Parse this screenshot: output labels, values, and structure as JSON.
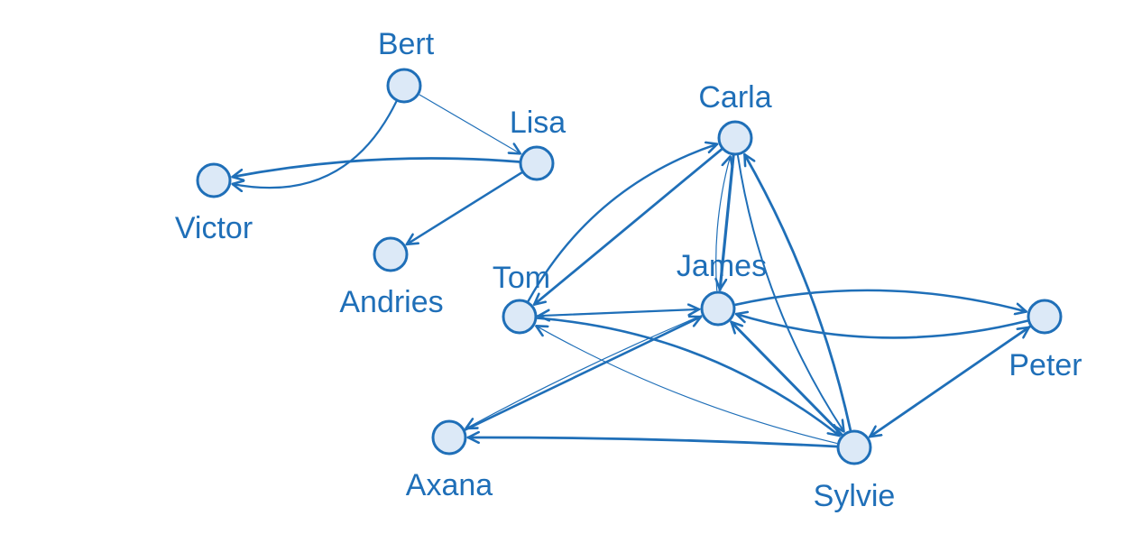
{
  "colors": {
    "stroke": "#1f6fb8",
    "node_fill": "#dce9f7",
    "background": "#ffffff"
  },
  "nodes": [
    {
      "id": "bert",
      "label": "Bert"
    },
    {
      "id": "lisa",
      "label": "Lisa"
    },
    {
      "id": "victor",
      "label": "Victor"
    },
    {
      "id": "andries",
      "label": "Andries"
    },
    {
      "id": "carla",
      "label": "Carla"
    },
    {
      "id": "tom",
      "label": "Tom"
    },
    {
      "id": "james",
      "label": "James"
    },
    {
      "id": "peter",
      "label": "Peter"
    },
    {
      "id": "axana",
      "label": "Axana"
    },
    {
      "id": "sylvie",
      "label": "Sylvie"
    }
  ],
  "edges": [
    {
      "from": "bert",
      "to": "victor"
    },
    {
      "from": "bert",
      "to": "lisa"
    },
    {
      "from": "lisa",
      "to": "victor"
    },
    {
      "from": "lisa",
      "to": "andries"
    },
    {
      "from": "tom",
      "to": "carla"
    },
    {
      "from": "carla",
      "to": "tom"
    },
    {
      "from": "carla",
      "to": "james"
    },
    {
      "from": "james",
      "to": "carla"
    },
    {
      "from": "carla",
      "to": "sylvie"
    },
    {
      "from": "sylvie",
      "to": "carla"
    },
    {
      "from": "tom",
      "to": "james"
    },
    {
      "from": "james",
      "to": "tom"
    },
    {
      "from": "tom",
      "to": "sylvie"
    },
    {
      "from": "sylvie",
      "to": "tom"
    },
    {
      "from": "peter",
      "to": "james"
    },
    {
      "from": "james",
      "to": "peter"
    },
    {
      "from": "sylvie",
      "to": "james"
    },
    {
      "from": "peter",
      "to": "sylvie"
    },
    {
      "from": "sylvie",
      "to": "peter"
    },
    {
      "from": "axana",
      "to": "james"
    },
    {
      "from": "james",
      "to": "axana"
    },
    {
      "from": "sylvie",
      "to": "axana"
    }
  ]
}
